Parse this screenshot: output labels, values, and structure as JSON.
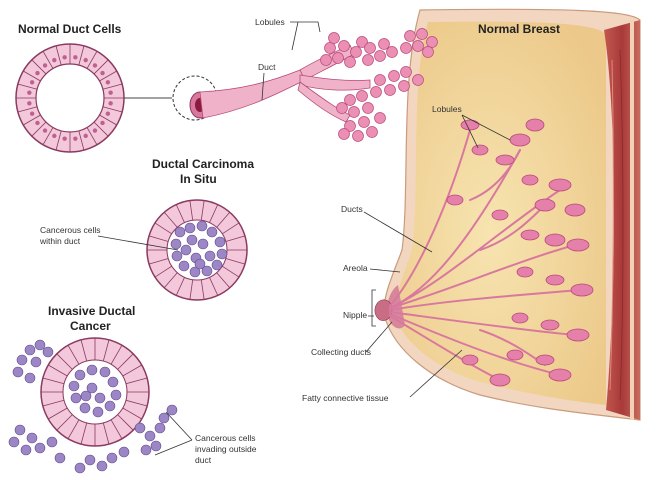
{
  "titles": {
    "normal_duct_cells": "Normal Duct Cells",
    "normal_breast": "Normal Breast",
    "dcis_line1": "Ductal Carcinoma",
    "dcis_line2": "In Situ",
    "idc_line1": "Invasive Ductal",
    "idc_line2": "Cancer"
  },
  "labels": {
    "lobules_top": "Lobules",
    "duct": "Duct",
    "lobules_breast": "Lobules",
    "ducts": "Ducts",
    "areola": "Areola",
    "nipple": "Nipple",
    "collecting_ducts": "Collecting ducts",
    "fatty_tissue": "Fatty connective tissue",
    "cancerous_within_1": "Cancerous cells",
    "cancerous_within_2": "within duct",
    "cancerous_invading_1": "Cancerous cells",
    "cancerous_invading_2": "invading outside",
    "cancerous_invading_3": "duct"
  },
  "colors": {
    "cell_pink": "#f2c8da",
    "cell_outline": "#8a3a60",
    "cancer_purple": "#9c86c6",
    "fat_yellow": "#f4dc9a",
    "skin": "#f1d2b8",
    "muscle_red": "#b84a4a",
    "lobule_pink": "#e47aa6"
  }
}
